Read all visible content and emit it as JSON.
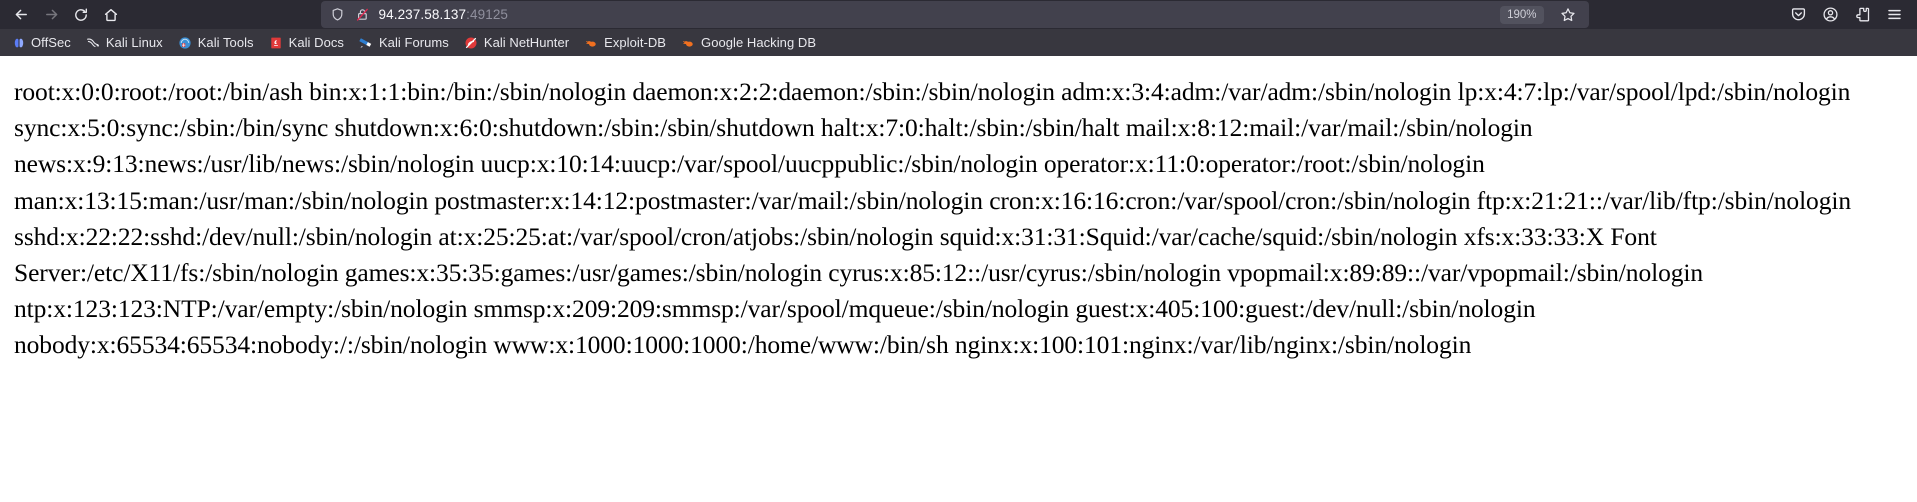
{
  "browser": {
    "nav": {
      "back_icon": "arrow-left-icon",
      "forward_icon": "arrow-right-icon",
      "reload_icon": "reload-icon",
      "home_icon": "home-icon"
    },
    "urlbar": {
      "shield_icon": "shield-icon",
      "lock_icon": "lock-crossed-out-icon",
      "host": "94.237.58.137",
      "port": ":49125",
      "zoom_level": "190%",
      "star_icon": "bookmark-star-icon"
    },
    "toolbar_right": [
      {
        "name": "pocket-icon",
        "label": "save-to-pocket"
      },
      {
        "name": "account-icon",
        "label": "firefox-account"
      },
      {
        "name": "extensions-icon",
        "label": "extensions"
      },
      {
        "name": "hamburger-menu-icon",
        "label": "application-menu"
      }
    ],
    "bookmarks": [
      {
        "label": "OffSec",
        "icon": "offsec-icon"
      },
      {
        "label": "Kali Linux",
        "icon": "kali-dragon-icon"
      },
      {
        "label": "Kali Tools",
        "icon": "kali-tools-icon"
      },
      {
        "label": "Kali Docs",
        "icon": "kali-docs-icon"
      },
      {
        "label": "Kali Forums",
        "icon": "kali-forums-icon"
      },
      {
        "label": "Kali NetHunter",
        "icon": "kali-nethunter-icon"
      },
      {
        "label": "Exploit-DB",
        "icon": "exploit-db-icon"
      },
      {
        "label": "Google Hacking DB",
        "icon": "google-hacking-db-icon"
      }
    ]
  },
  "page": {
    "passwd_content": "root:x:0:0:root:/root:/bin/ash bin:x:1:1:bin:/bin:/sbin/nologin daemon:x:2:2:daemon:/sbin:/sbin/nologin adm:x:3:4:adm:/var/adm:/sbin/nologin lp:x:4:7:lp:/var/spool/lpd:/sbin/nologin sync:x:5:0:sync:/sbin:/bin/sync shutdown:x:6:0:shutdown:/sbin:/sbin/shutdown halt:x:7:0:halt:/sbin:/sbin/halt mail:x:8:12:mail:/var/mail:/sbin/nologin news:x:9:13:news:/usr/lib/news:/sbin/nologin uucp:x:10:14:uucp:/var/spool/uucppublic:/sbin/nologin operator:x:11:0:operator:/root:/sbin/nologin man:x:13:15:man:/usr/man:/sbin/nologin postmaster:x:14:12:postmaster:/var/mail:/sbin/nologin cron:x:16:16:cron:/var/spool/cron:/sbin/nologin ftp:x:21:21::/var/lib/ftp:/sbin/nologin sshd:x:22:22:sshd:/dev/null:/sbin/nologin at:x:25:25:at:/var/spool/cron/atjobs:/sbin/nologin squid:x:31:31:Squid:/var/cache/squid:/sbin/nologin xfs:x:33:33:X Font Server:/etc/X11/fs:/sbin/nologin games:x:35:35:games:/usr/games:/sbin/nologin cyrus:x:85:12::/usr/cyrus:/sbin/nologin vpopmail:x:89:89::/var/vpopmail:/sbin/nologin ntp:x:123:123:NTP:/var/empty:/sbin/nologin smmsp:x:209:209:smmsp:/var/spool/mqueue:/sbin/nologin guest:x:405:100:guest:/dev/null:/sbin/nologin nobody:x:65534:65534:nobody:/:/sbin/nologin www:x:1000:1000:1000:/home/www:/bin/sh nginx:x:100:101:nginx:/var/lib/nginx:/sbin/nologin"
  },
  "colors": {
    "chrome_bg": "#2b2a33",
    "urlbar_bg": "#42414d",
    "bookmarks_bg": "#38373f",
    "text_light": "#fbfbfe",
    "page_bg": "#ffffff",
    "page_text": "#000000"
  }
}
